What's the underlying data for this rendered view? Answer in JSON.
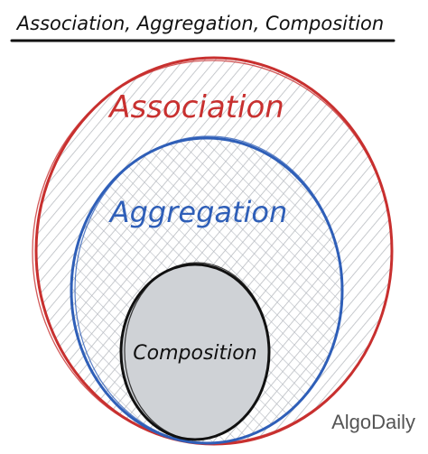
{
  "title": "Association, Aggregation, Composition",
  "sets": {
    "association": {
      "label": "Association",
      "color": "#c8302f"
    },
    "aggregation": {
      "label": "Aggregation",
      "color": "#2f5fb8"
    },
    "composition": {
      "label": "Composition",
      "color": "#111111",
      "fill": "#cfd2d6"
    }
  },
  "watermark": "AlgoDaily"
}
